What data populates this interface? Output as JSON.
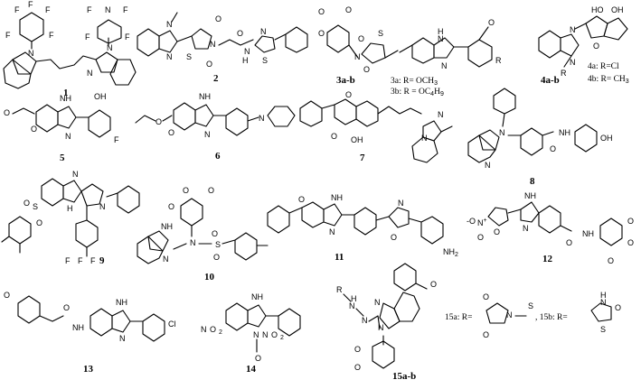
{
  "compounds": [
    {
      "id": "1"
    },
    {
      "id": "2"
    },
    {
      "id": "3a-b",
      "notes": [
        "3a: R=  OCH",
        "3b: R =  OC",
        "H"
      ],
      "subs": [
        "3",
        "4",
        "9"
      ]
    },
    {
      "id": "4a-b",
      "notes": [
        "4a: R=Cl",
        "4b: R= CH"
      ],
      "subs": [
        "3"
      ]
    },
    {
      "id": "5"
    },
    {
      "id": "6"
    },
    {
      "id": "7"
    },
    {
      "id": "8"
    },
    {
      "id": "9"
    },
    {
      "id": "10"
    },
    {
      "id": "11"
    },
    {
      "id": "12"
    },
    {
      "id": "13"
    },
    {
      "id": "14"
    },
    {
      "id": "15a-b",
      "notes": [
        "15a: R=",
        ", 15b: R="
      ]
    }
  ],
  "atoms": {
    "F": "F",
    "N": "N",
    "H": "H",
    "NH": "NH",
    "O": "O",
    "S": "S",
    "R": "R",
    "OH": "OH",
    "HO": "HO",
    "Cl": "Cl",
    "NH2": "NH",
    "two": "2",
    "Oneg": "-O",
    "Nplus": "+"
  }
}
